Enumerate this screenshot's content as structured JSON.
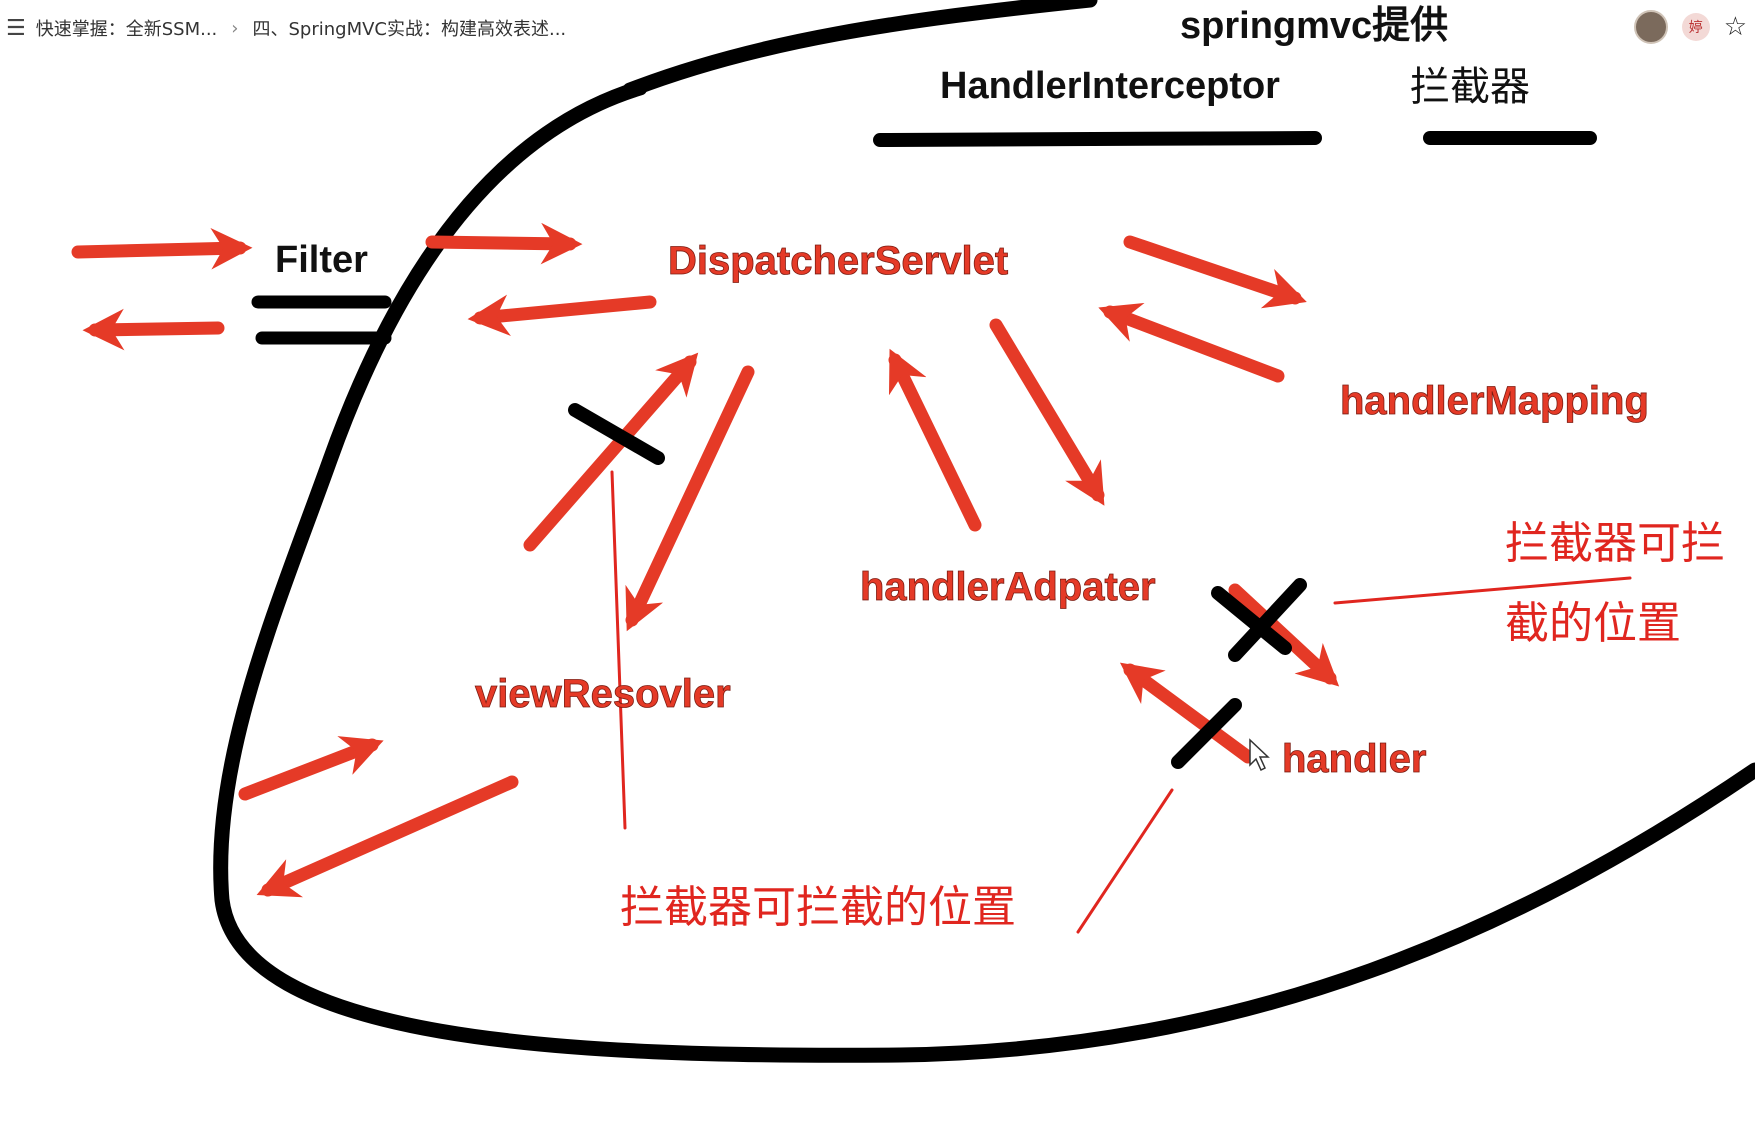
{
  "topbar": {
    "breadcrumb_1": "快速掌握：全新SSM...",
    "breadcrumb_2": "四、SpringMVC实战：构建高效表述...",
    "badge_text": "婷"
  },
  "diagram": {
    "title_line1": "springmvc提供",
    "title_interceptor": "HandlerInterceptor",
    "title_cn": "拦截器",
    "filter": "Filter",
    "dispatcher": "DispatcherServlet",
    "handler_mapping": "handlerMapping",
    "handler_adapter": "handlerAdpater",
    "view_resolver": "viewResovler",
    "handler": "handler",
    "note_right_line1": "拦截器可拦",
    "note_right_line2": "截的位置",
    "note_bottom": "拦截器可拦截的位置"
  },
  "colors": {
    "arrow": "#e53a27",
    "outline": "#000000",
    "annotation": "#e0261f"
  }
}
